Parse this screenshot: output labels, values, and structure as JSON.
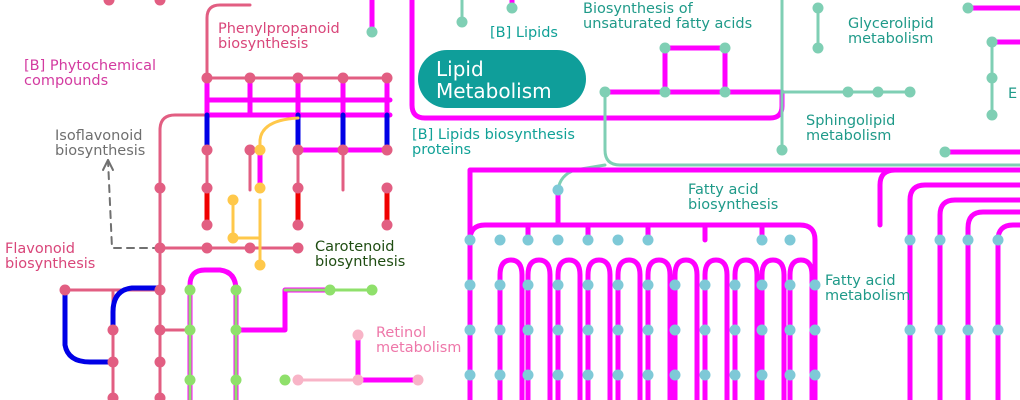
{
  "map_title": "Lipid\nMetabolism",
  "colors": {
    "pink": "#e25e82",
    "magenta": "#ff00ff",
    "blue": "#0000e6",
    "red": "#f00000",
    "yellow": "#ffc84a",
    "green": "#8fe06b",
    "light_pink": "#f8b4c7",
    "teal": "#7fcfb4",
    "cyan_node": "#7ec9d7",
    "title_bg": "#0f9e9a"
  },
  "labels": {
    "phenylpropanoid": "Phenylpropanoid\nbiosynthesis",
    "phytochemical": "[B] Phytochemical\ncompounds",
    "isoflavonoid": "Isoflavonoid\nbiosynthesis",
    "flavonoid": "Flavonoid\nbiosynthesis",
    "carotenoid": "Carotenoid\nbiosynthesis",
    "retinol": "Retinol\nmetabolism",
    "lipids": "[B] Lipids",
    "unsat_fatty": "Biosynthesis of\nunsaturated fatty acids",
    "glycerolipid": "Glycerolipid\nmetabolism",
    "lipids_proteins": "[B] Lipids biosynthesis\nproteins",
    "sphingolipid": "Sphingolipid\nmetabolism",
    "fatty_acid_biosynthesis": "Fatty acid\nbiosynthesis",
    "fatty_acid_metabolism": "Fatty acid\nmetabolism",
    "edge_e": "E"
  }
}
